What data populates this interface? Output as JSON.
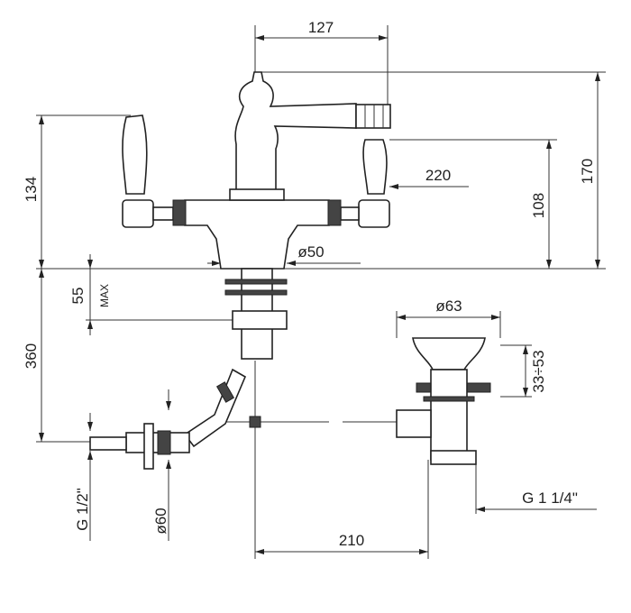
{
  "title": "Bidet mixer technical drawing",
  "dimensions": {
    "spout_reach": "127",
    "overall_height": "170",
    "spout_height": "108",
    "projection": "220",
    "handle_height": "134",
    "base_diameter": "ø50",
    "deck_thickness": "55",
    "deck_max": "MAX",
    "below_deck": "360",
    "waste_diameter": "ø63",
    "waste_range": "33÷53",
    "inlet_thread": "G 1/2\"",
    "inlet_flange": "ø60",
    "waste_offset": "210",
    "waste_thread": "G 1 1/4\""
  },
  "colors": {
    "line": "#333333",
    "background": "#ffffff"
  }
}
